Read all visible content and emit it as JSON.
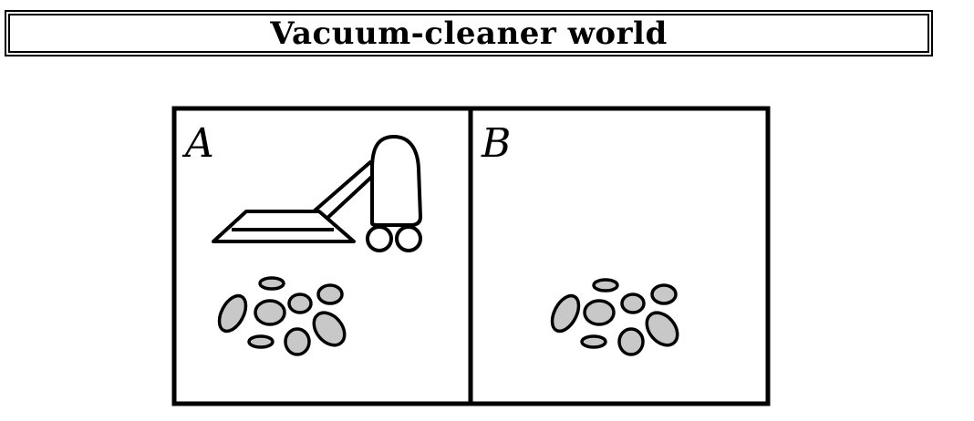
{
  "title": "Vacuum-cleaner world",
  "rooms": [
    {
      "label": "A",
      "has_vacuum": true,
      "has_dirt": true
    },
    {
      "label": "B",
      "has_vacuum": false,
      "has_dirt": true
    }
  ],
  "colors": {
    "line": "#000000",
    "dirt_fill": "#c8c8c8",
    "background": "#ffffff"
  }
}
